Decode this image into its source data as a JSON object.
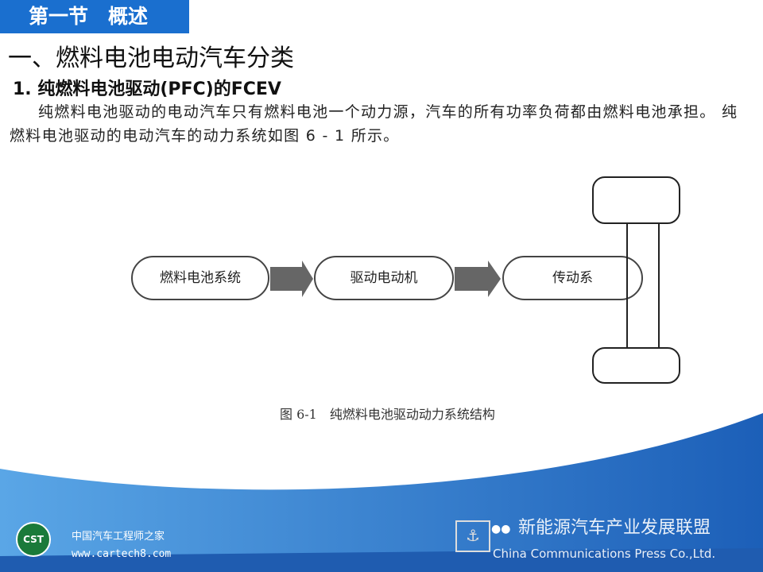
{
  "section": {
    "label": "第一节　概述"
  },
  "heading": "一、燃料电池电动汽车分类",
  "subheading": "1. 纯燃料电池驱动(PFC)的FCEV",
  "paragraph": "纯燃料电池驱动的电动汽车只有燃料电池一个动力源，汽车的所有功率负荷都由燃料电池承担。 纯燃料电池驱动的电动汽车的动力系统如图 6 - 1  所示。",
  "diagram": {
    "boxes": [
      "燃料电池系统",
      "驱动电动机",
      "传动系"
    ],
    "caption": "图 6-1　纯燃料电池驱动动力系统结构"
  },
  "footer": {
    "logo": "CST",
    "watermark_cn": "新能源汽车产业发展联盟",
    "publisher": "China Communications Press  Co.,Ltd.",
    "site_name": "中国汽车工程师之家",
    "site_url": "www.cartech8.com"
  },
  "colors": {
    "accent": "#1a6fcf",
    "footer": "#2f7fd0"
  }
}
